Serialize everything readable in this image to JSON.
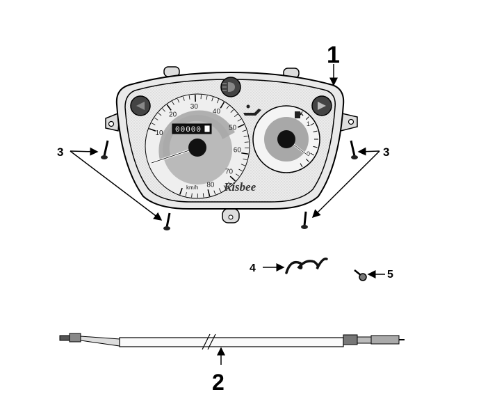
{
  "callouts": {
    "c1": "1",
    "c2": "2",
    "c3a": "3",
    "c3b": "3",
    "c4": "4",
    "c5": "5"
  },
  "speedometer": {
    "ticks": [
      "10",
      "20",
      "30",
      "40",
      "50",
      "60",
      "70",
      "80"
    ],
    "unit": "km/h",
    "odometer": "00000",
    "brand": "Kisbee"
  },
  "fuel_gauge": {
    "full_mark": "1",
    "empty_mark": "0"
  },
  "colors": {
    "line": "#000000",
    "face": "#e6e6e6",
    "dial_band": "#a8a8a8"
  },
  "icons": [
    "left-turn-signal-icon",
    "high-beam-icon",
    "right-turn-signal-icon",
    "oil-warning-icon",
    "fuel-pump-icon"
  ]
}
